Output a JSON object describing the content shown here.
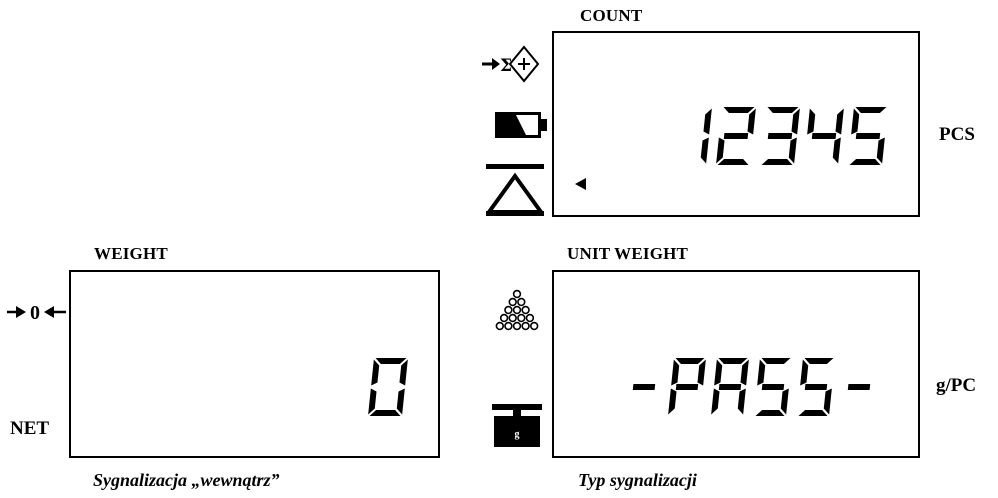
{
  "count": {
    "label": "COUNT",
    "value": "12345",
    "unit": "PCS"
  },
  "weight": {
    "label": "WEIGHT",
    "value": "0",
    "net_label": "NET",
    "zero_indicator": "0"
  },
  "unit_weight": {
    "label": "UNIT WEIGHT",
    "value": "-PASS-",
    "unit": "g/PC"
  },
  "captions": {
    "left": "Sygnalizacja „wewnątrz”",
    "right": "Typ sygnalizacji"
  },
  "icons": {
    "sum": "sum-accumulate-icon",
    "battery": "battery-low-icon",
    "stable": "stability-triangle-icon",
    "pointer": "pointer-arrow-icon",
    "parts": "parts-pile-icon",
    "weight_g": "gram-weight-icon",
    "zero_arrows": "zero-arrows-icon"
  },
  "colors": {
    "foreground": "#000000",
    "background": "#ffffff"
  }
}
